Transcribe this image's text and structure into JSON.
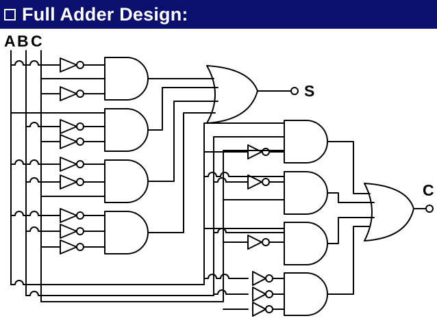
{
  "slide": {
    "title": "Full Adder Design:",
    "bullet_icon": "hollow-square-bullet-icon"
  },
  "diagram": {
    "inputs": [
      {
        "id": "A",
        "label": "A"
      },
      {
        "id": "B",
        "label": "B"
      },
      {
        "id": "C",
        "label": "C"
      }
    ],
    "outputs": [
      {
        "id": "S",
        "label": "S"
      },
      {
        "id": "Cout",
        "label": "C"
      }
    ],
    "sum_and_terms": [
      {
        "gate": "and-1",
        "inverted": [
          "A",
          "C"
        ]
      },
      {
        "gate": "and-2",
        "inverted": [
          "B",
          "C"
        ]
      },
      {
        "gate": "and-3",
        "inverted": [
          "A",
          "B"
        ]
      },
      {
        "gate": "and-4",
        "inverted": [
          "A",
          "B",
          "C"
        ]
      }
    ],
    "carry_and_terms": [
      {
        "gate": "and-5",
        "inverted": [
          "A"
        ]
      },
      {
        "gate": "and-6",
        "inverted": [
          "B"
        ]
      },
      {
        "gate": "and-7",
        "inverted": [
          "C"
        ]
      },
      {
        "gate": "and-8",
        "inverted": [
          "A",
          "B",
          "C"
        ]
      }
    ],
    "colors": {
      "title_bar": "#0b0f6e",
      "title_text": "#ffffff",
      "lines": "#000000"
    }
  }
}
